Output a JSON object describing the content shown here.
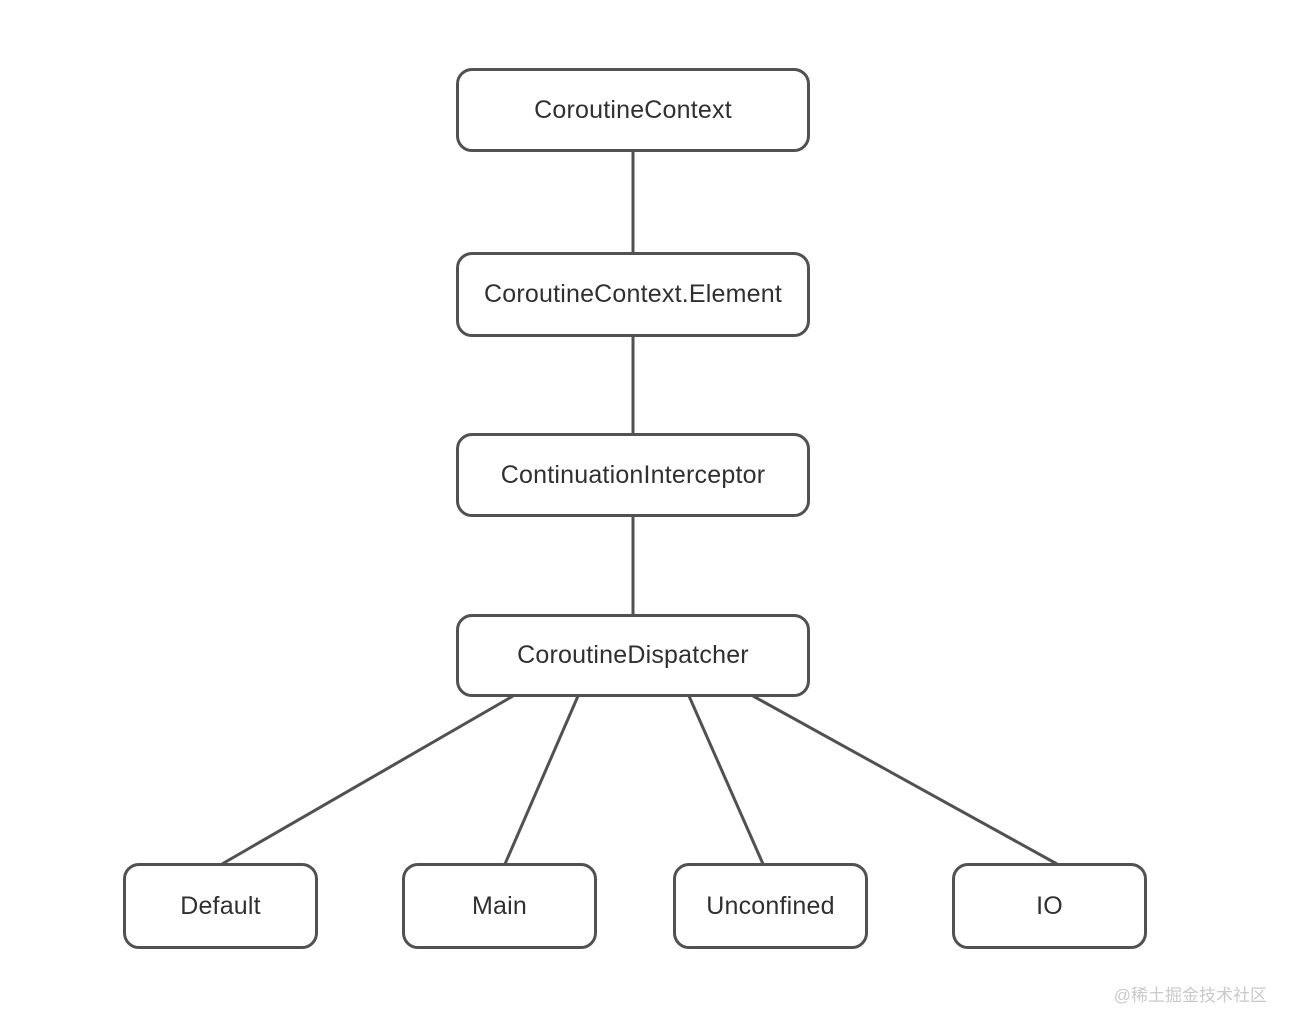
{
  "diagram": {
    "nodes": [
      {
        "id": "coroutine-context",
        "label": "CoroutineContext"
      },
      {
        "id": "coroutine-context-element",
        "label": "CoroutineContext.Element"
      },
      {
        "id": "continuation-interceptor",
        "label": "ContinuationInterceptor"
      },
      {
        "id": "coroutine-dispatcher",
        "label": "CoroutineDispatcher"
      },
      {
        "id": "dispatcher-default",
        "label": "Default"
      },
      {
        "id": "dispatcher-main",
        "label": "Main"
      },
      {
        "id": "dispatcher-unconfined",
        "label": "Unconfined"
      },
      {
        "id": "dispatcher-io",
        "label": "IO"
      }
    ],
    "edges": [
      {
        "from": "CoroutineContext",
        "to": "CoroutineContext.Element"
      },
      {
        "from": "CoroutineContext.Element",
        "to": "ContinuationInterceptor"
      },
      {
        "from": "ContinuationInterceptor",
        "to": "CoroutineDispatcher"
      },
      {
        "from": "CoroutineDispatcher",
        "to": "Default"
      },
      {
        "from": "CoroutineDispatcher",
        "to": "Main"
      },
      {
        "from": "CoroutineDispatcher",
        "to": "Unconfined"
      },
      {
        "from": "CoroutineDispatcher",
        "to": "IO"
      }
    ],
    "colors": {
      "border": "#515151",
      "line": "#515151",
      "text": "#303030",
      "background": "#ffffff",
      "watermark": "#c9c9c9"
    }
  },
  "watermark": {
    "text": "@稀土掘金技术社区"
  }
}
